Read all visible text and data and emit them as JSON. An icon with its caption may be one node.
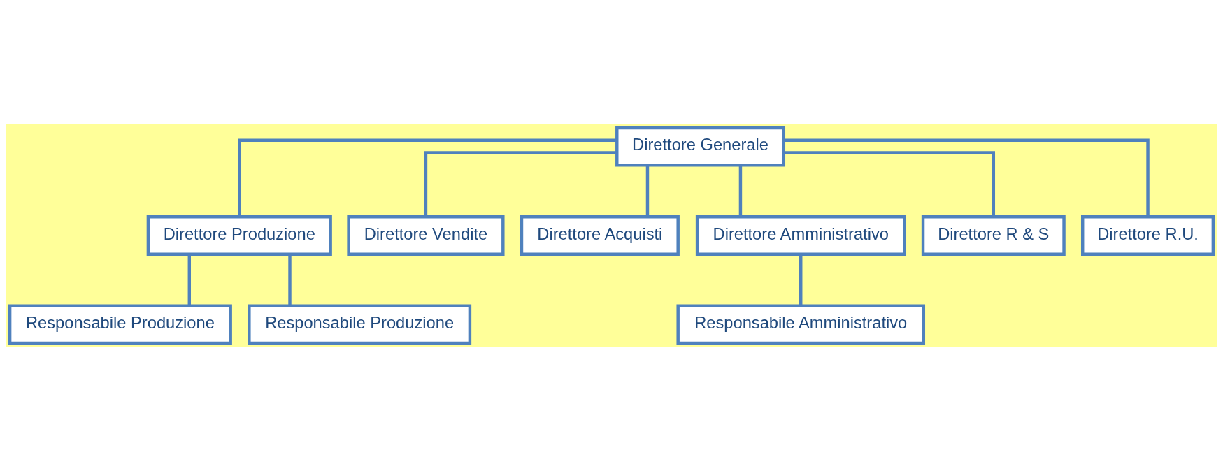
{
  "diagram": {
    "nodes": [
      {
        "text": [
          "Direttore Generale"
        ]
      },
      {
        "text": [
          "Direttore Produzione"
        ]
      },
      {
        "text": [
          "Direttore Vendite"
        ]
      },
      {
        "text": [
          "Direttore Acquisti"
        ]
      },
      {
        "text": [
          "Direttore Amministrativo"
        ]
      },
      {
        "text": [
          "Direttore R & S"
        ]
      },
      {
        "text": [
          "Direttore R.U."
        ]
      },
      {
        "text": [
          "Responsabile Produzione"
        ]
      },
      {
        "text": [
          "Responsabile Produzione"
        ]
      },
      {
        "text": [
          "Responsabile Amministrativo"
        ]
      }
    ],
    "edges": [
      {
        "from": 0,
        "to": 1,
        "arrow": "none"
      },
      {
        "from": 0,
        "to": 2,
        "arrow": "none"
      },
      {
        "from": 0,
        "to": 3,
        "arrow": "none"
      },
      {
        "from": 0,
        "to": 4,
        "arrow": "none"
      },
      {
        "from": 0,
        "to": 5,
        "arrow": "none"
      },
      {
        "from": 0,
        "to": 6,
        "arrow": "none"
      },
      {
        "from": 1,
        "to": 7,
        "arrow": "none"
      },
      {
        "from": 1,
        "to": 8,
        "arrow": "none"
      },
      {
        "from": 4,
        "to": 9,
        "arrow": "none"
      }
    ]
  }
}
